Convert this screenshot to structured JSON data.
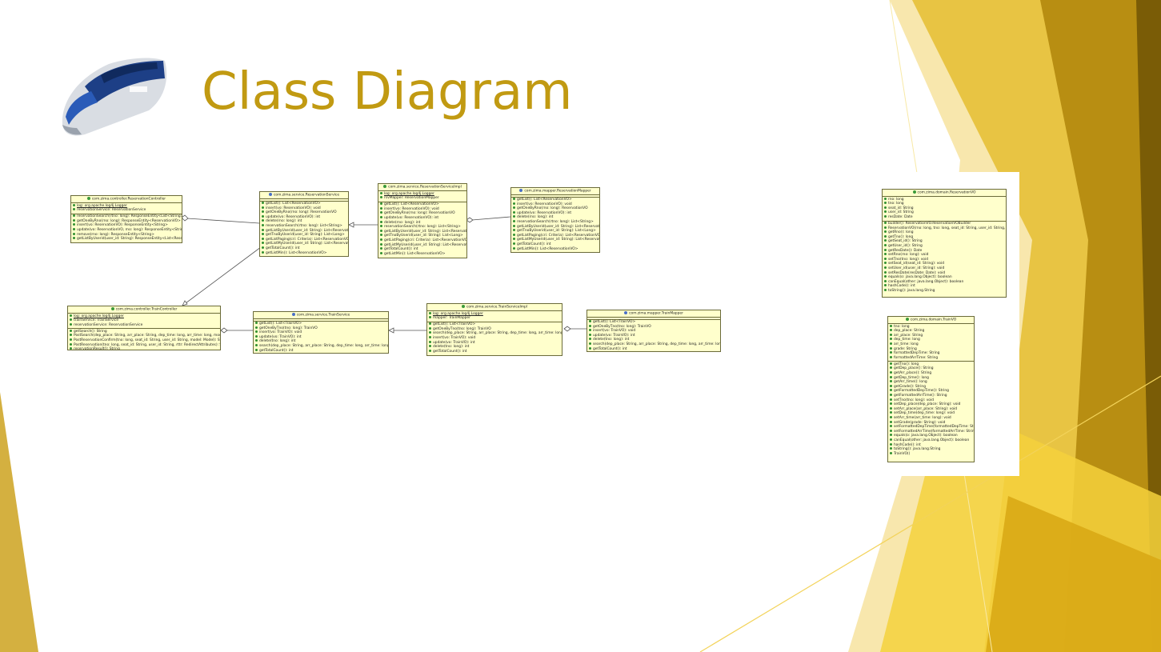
{
  "slide": {
    "title": "Class Diagram"
  },
  "classes": {
    "reservation_controller": {
      "name": "com.zima.controller.ReservationController",
      "fields": [
        "log: org.apache.log4j.Logger",
        "reservationService: ReservationService"
      ],
      "methods": [
        "reservationSearch(rtno: long): ResponseEntity<List<String>>",
        "getOneByRno(rno: long): ResponseEntity<ReservationVO>",
        "insert(vo: ReservationVO): ResponseEntity<String>",
        "update(vo: ReservationVO, rno: long): ResponseEntity<String>",
        "remove(rno: long): ResponseEntity<String>",
        "getListByUserid(user_id: String): ResponseEntity<List<ReservationVO>>"
      ]
    },
    "reservation_service": {
      "name": "com.zima.service.ReservationService",
      "fields": [],
      "methods": [
        "getList(): List<ReservationVO>",
        "insert(vo: ReservationVO): void",
        "getOneByRno(rno: long): ReservationVO",
        "update(vo: ReservationVO): int",
        "delete(rno: long): int",
        "reservationSearch(rtno: long): List<String>",
        "getListByUserid(user_id: String): List<ReservationVO>",
        "getTnoByUserid(user_id: String): List<Long>",
        "getListPaging(cri: Criteria): List<ReservationVO>",
        "getListMyUserid(user_id: String): List<ReservationVO>",
        "getTotalCount(): int",
        "getListMin(): List<ReservationVO>"
      ]
    },
    "reservation_service_impl": {
      "name": "com.zima.service.ReservationServiceImpl",
      "fields": [
        "log: org.apache.log4j.Logger",
        "rsvMapper: ReservationMapper"
      ],
      "methods": [
        "getList(): List<ReservationVO>",
        "insert(vo: ReservationVO): void",
        "getOneByRno(rno: long): ReservationVO",
        "update(vo: ReservationVO): int",
        "delete(rno: long): int",
        "reservationSearch(rtno: long): List<String>",
        "getListByUserid(user_id: String): List<ReservationVO>",
        "getTnoByUserid(user_id: String): List<Long>",
        "getListPaging(cri: Criteria): List<ReservationVO>",
        "getListMyUserid(user_id: String): List<ReservationVO>",
        "getTotalCount(): int",
        "getListMin(): List<ReservationVO>"
      ]
    },
    "reservation_mapper": {
      "name": "com.zima.mapper.ReservationMapper",
      "fields": [],
      "methods": [
        "getList(): List<ReservationVO>",
        "insert(vo: ReservationVO): void",
        "getOneByRno(rno: long): ReservationVO",
        "update(vo: ReservationVO): int",
        "delete(rno: long): int",
        "reservationSearch(rtno: long): List<String>",
        "getListByUserid(user_id: String): List<ReservationVO>",
        "getTnoByUserid(user_id: String): List<Long>",
        "getListPaging(cri: Criteria): List<ReservationVO>",
        "getListMyUserid(user_id: String): List<ReservationVO>",
        "getTotalCount(): int",
        "getListMin(): List<ReservationVO>"
      ]
    },
    "train_controller": {
      "name": "com.zima.controller.TrainController",
      "fields": [
        "log: org.apache.log4j.Logger",
        "trainService: TrainService",
        "reservationService: ReservationService"
      ],
      "methods": [
        "getSearch(): String",
        "PostSearch(dep_place: String, arr_place: String, dep_time: long, arr_time: long, model: Model): String",
        "PostReservationConfirm(tno: long, seat_id: String, user_id: String, model: Model): String",
        "PostReservation(tno: long, seat_id: String, user_id: String, rttr: RedirectAttributes): String",
        "reservationResult(): String"
      ]
    },
    "train_service": {
      "name": "com.zima.service.TrainService",
      "fields": [],
      "methods": [
        "getList(): List<TrainVO>",
        "getOneByTno(tno: long): TrainVO",
        "insert(vo: TrainVO): void",
        "update(vo: TrainVO): int",
        "delete(tno: long): int",
        "search(dep_place: String, arr_place: String, dep_time: long, arr_time: long): List<TrainVO>",
        "getTotalCount(): int"
      ]
    },
    "train_service_impl": {
      "name": "com.zima.service.TrainServiceImpl",
      "fields": [
        "log: org.apache.log4j.Logger",
        "mapper: TrainMapper"
      ],
      "methods": [
        "getList(): List<TrainVO>",
        "getOneByTno(tno: long): TrainVO",
        "search(dep_place: String, arr_place: String, dep_time: long, arr_time: long): List<TrainVO>",
        "insert(vo: TrainVO): void",
        "update(vo: TrainVO): int",
        "delete(tno: long): int",
        "getTotalCount(): int"
      ]
    },
    "train_mapper": {
      "name": "com.zima.mapper.TrainMapper",
      "fields": [],
      "methods": [
        "getList(): List<TrainVO>",
        "getOneByTno(tno: long): TrainVO",
        "insert(vo: TrainVO): void",
        "update(vo: TrainVO): int",
        "delete(tno: long): int",
        "search(dep_place: String, arr_place: String, dep_time: long, arr_time: long): List<TrainVO>",
        "getTotalCount(): int"
      ]
    },
    "reservation_vo": {
      "name": "com.zima.domain.ReservationVO",
      "fields": [
        "rno: long",
        "tno: long",
        "seat_id: String",
        "user_id: String",
        "resDate: Date"
      ],
      "methods": [
        "builder(): ReservationVO.ReservationVOBuilder",
        "ReservationVO(rno: long, tno: long, seat_id: String, user_id: String, resDate: Date)",
        "getRno(): long",
        "getTno(): long",
        "getSeat_id(): String",
        "getUser_id(): String",
        "getResDate(): Date",
        "setRno(rno: long): void",
        "setTno(tno: long): void",
        "setSeat_id(seat_id: String): void",
        "setUser_id(user_id: String): void",
        "setResDate(resDate: Date): void",
        "equals(o: java.lang.Object): boolean",
        "canEqual(other: java.lang.Object): boolean",
        "hashCode(): int",
        "toString(): java.lang.String"
      ]
    },
    "train_vo": {
      "name": "com.zima.domain.TrainVO",
      "fields": [
        "tno: long",
        "dep_place: String",
        "arr_place: String",
        "dep_time: long",
        "arr_time: long",
        "grade: String",
        "formattedDepTime: String",
        "formattedArrTime: String"
      ],
      "methods": [
        "getTno(): long",
        "getDep_place(): String",
        "getArr_place(): String",
        "getDep_time(): long",
        "getArr_time(): long",
        "getGrade(): String",
        "getFormattedDepTime(): String",
        "getFormattedArrTime(): String",
        "setTno(tno: long): void",
        "setDep_place(dep_place: String): void",
        "setArr_place(arr_place: String): void",
        "setDep_time(dep_time: long): void",
        "setArr_time(arr_time: long): void",
        "setGrade(grade: String): void",
        "setFormattedDepTime(formattedDepTime: String): void",
        "setFormattedArrTime(formattedArrTime: String): void",
        "equals(o: java.lang.Object): boolean",
        "canEqual(other: java.lang.Object): boolean",
        "hashCode(): int",
        "toString(): java.lang.String",
        "TrainVO()"
      ]
    }
  }
}
